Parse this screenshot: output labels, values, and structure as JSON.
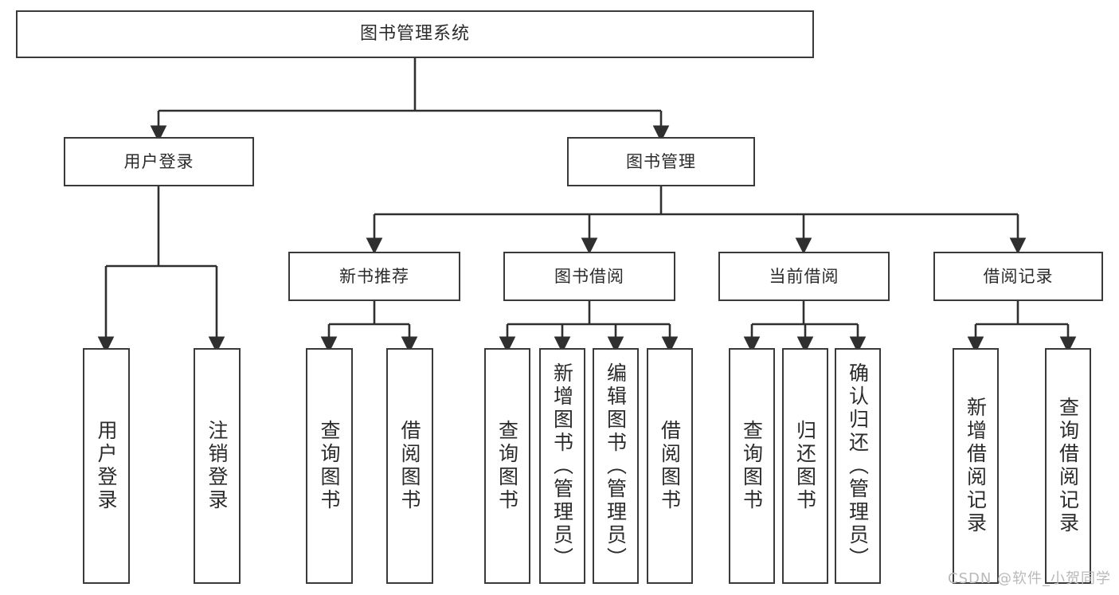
{
  "diagram": {
    "type": "tree-hierarchy-chart",
    "title": "图书管理系统",
    "root": {
      "label": "图书管理系统"
    },
    "level2": [
      {
        "label": "用户登录"
      },
      {
        "label": "图书管理"
      }
    ],
    "level3": [
      {
        "label": "新书推荐"
      },
      {
        "label": "图书借阅"
      },
      {
        "label": "当前借阅"
      },
      {
        "label": "借阅记录"
      }
    ],
    "leaves": {
      "user_login": [
        {
          "label": "用户登录"
        },
        {
          "label": "注销登录"
        }
      ],
      "new_book_recommend": [
        {
          "label": "查询图书"
        },
        {
          "label": "借阅图书"
        }
      ],
      "book_borrow": [
        {
          "label": "查询图书"
        },
        {
          "label": "新增图书（管理员）"
        },
        {
          "label": "编辑图书（管理员）"
        },
        {
          "label": "借阅图书"
        }
      ],
      "current_borrow": [
        {
          "label": "查询图书"
        },
        {
          "label": "归还图书"
        },
        {
          "label": "确认归还（管理员）"
        }
      ],
      "borrow_record": [
        {
          "label": "新增借阅记录"
        },
        {
          "label": "查询借阅记录"
        }
      ]
    }
  },
  "watermark": {
    "text": "CSDN @软件_小贺同学"
  },
  "colors": {
    "border": "#3a3a3a",
    "text": "#2b2b2b",
    "background": "#ffffff",
    "watermark": "#b9b9b9"
  }
}
